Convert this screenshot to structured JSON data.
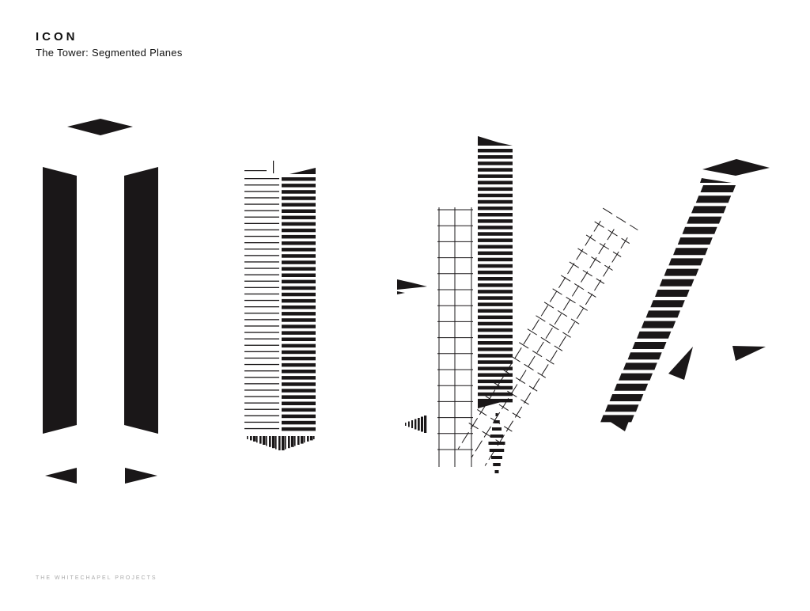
{
  "header": {
    "title": "ICON",
    "subtitle": "The Tower: Segmented Planes"
  },
  "footer": {
    "text": "THE WHITECHAPEL PROJECTS"
  },
  "colors": {
    "ink": "#1a1718",
    "background": "#ffffff",
    "footer": "#aaaaaa"
  }
}
